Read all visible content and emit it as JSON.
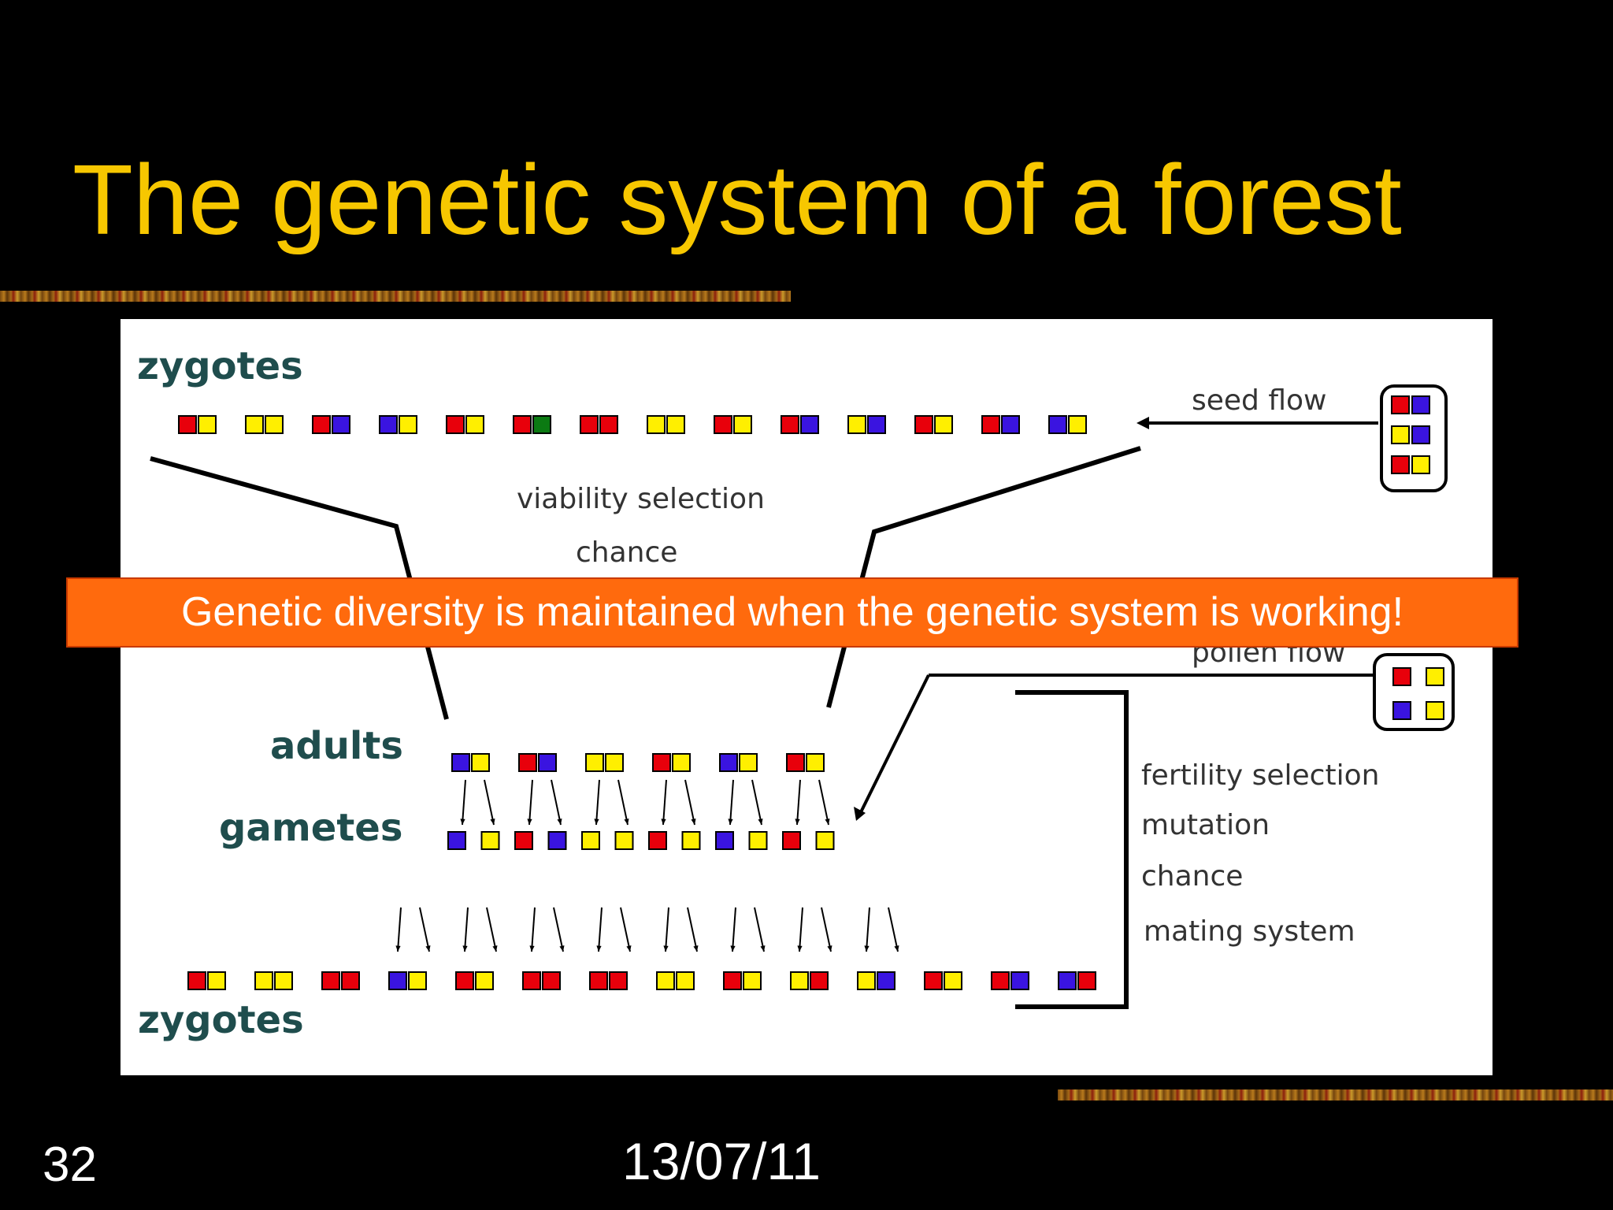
{
  "slide": {
    "title": "The genetic system of a forest",
    "banner": "Genetic diversity is maintained when the genetic system is working!",
    "number": "32",
    "date": "13/07/11"
  },
  "figure": {
    "labels": {
      "zygotes_top": "zygotes",
      "adults": "adults",
      "gametes": "gametes",
      "zygotes_bottom": "zygotes",
      "seed_flow": "seed flow",
      "pollen_flow": "pollen flow",
      "viability_selection": "viability selection",
      "chance_top": "chance",
      "fertility_selection": "fertility selection",
      "mutation": "mutation",
      "chance_bottom": "chance",
      "mating_system": "mating system"
    },
    "colors": {
      "R": "#e8000b",
      "Y": "#ffef00",
      "B": "#3a14e0",
      "G": "#0b7a12"
    },
    "top_zygotes": [
      "RY",
      "YY",
      "RB",
      "BY",
      "RY",
      "RG",
      "RR",
      "YY",
      "RY",
      "RB",
      "YB",
      "RY",
      "RB",
      "BY"
    ],
    "seed_flow_pairs": [
      "RB",
      "YB",
      "RY"
    ],
    "adults": [
      "BY",
      "RB",
      "YY",
      "RY",
      "BY",
      "RY"
    ],
    "gametes": [
      "B",
      "Y",
      "R",
      "B",
      "Y",
      "Y",
      "R",
      "Y",
      "B",
      "Y",
      "R",
      "Y"
    ],
    "bottom_zygotes": [
      "RY",
      "YY",
      "RR",
      "BY",
      "RY",
      "RR",
      "RR",
      "YY",
      "RY",
      "YR",
      "YB",
      "RY",
      "RB",
      "BR"
    ],
    "pollen_flow_grains": [
      "R",
      "Y",
      "B",
      "Y"
    ]
  }
}
